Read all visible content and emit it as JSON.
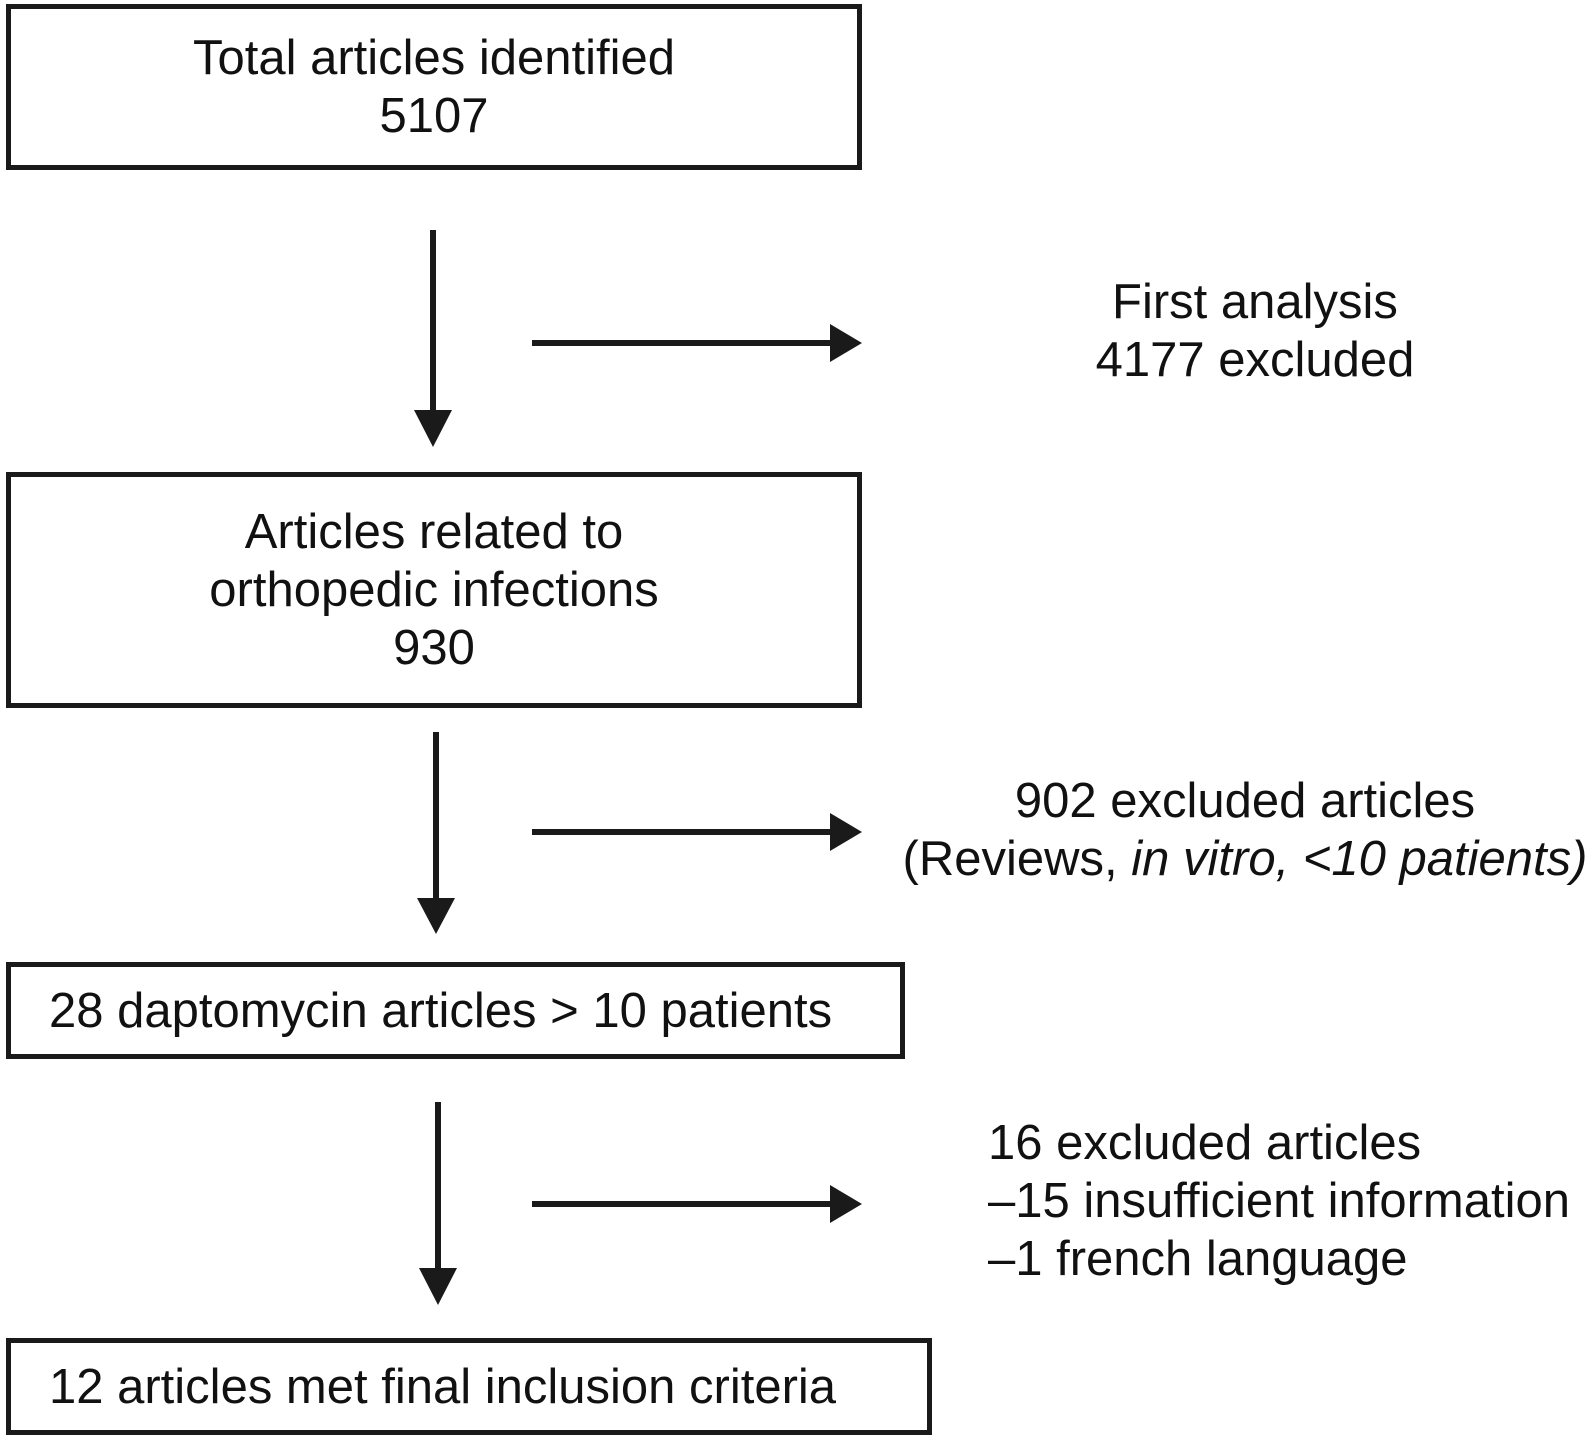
{
  "boxes": {
    "total": {
      "label": "Total articles identified",
      "count": "5107"
    },
    "orthopedic": {
      "label_line1": "Articles related to",
      "label_line2": "orthopedic infections",
      "count": "930"
    },
    "daptomycin": {
      "label": "28 daptomycin articles > 10 patients"
    },
    "final": {
      "label": "12 articles met final inclusion criteria"
    }
  },
  "exclusions": {
    "first": {
      "title": "First analysis",
      "count": "4177 excluded"
    },
    "second": {
      "title": "902 excluded articles",
      "reason_prefix": "(Reviews, ",
      "reason_italic": "in vitro, <10 patients)"
    },
    "third": {
      "title": "16 excluded articles",
      "reason1": "–15 insufficient information",
      "reason2": "–1 french language"
    }
  }
}
